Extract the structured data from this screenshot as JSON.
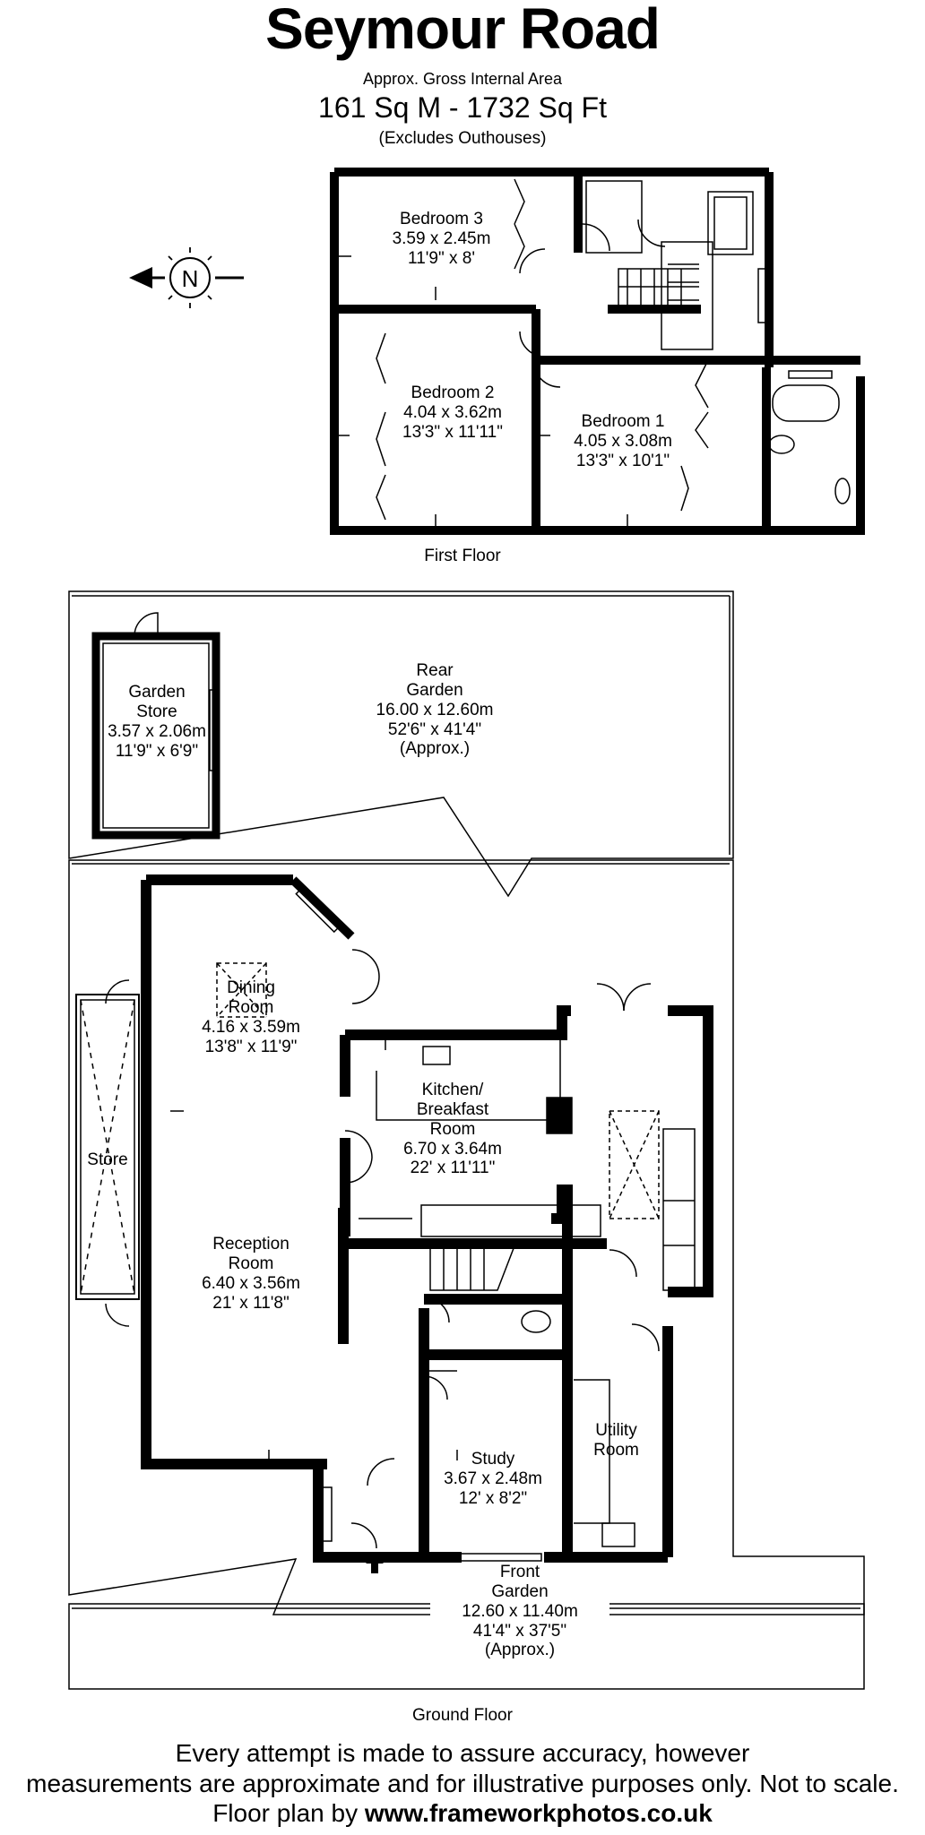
{
  "header": {
    "title": "Seymour Road",
    "area_label": "Approx. Gross Internal Area",
    "area_value": "161 Sq M - 1732 Sq Ft",
    "area_note": "(Excludes Outhouses)"
  },
  "compass": {
    "letter": "N",
    "icon": "compass-rose-icon"
  },
  "first_floor": {
    "caption": "First Floor",
    "rooms": [
      {
        "name": "Bedroom 3",
        "metric": "3.59 x 2.45m",
        "imperial": "11'9\" x 8'"
      },
      {
        "name": "Bedroom 2",
        "metric": "4.04 x 3.62m",
        "imperial": "13'3\" x 11'11\""
      },
      {
        "name": "Bedroom 1",
        "metric": "4.05 x 3.08m",
        "imperial": "13'3\" x 10'1\""
      }
    ]
  },
  "outside": {
    "garden_store": {
      "name1": "Garden",
      "name2": "Store",
      "metric": "3.57 x 2.06m",
      "imperial": "11'9\" x 6'9\""
    },
    "rear_garden": {
      "name1": "Rear",
      "name2": "Garden",
      "metric": "16.00 x 12.60m",
      "imperial": "52'6\" x 41'4\"",
      "note": "(Approx.)"
    },
    "front_garden": {
      "name1": "Front",
      "name2": "Garden",
      "metric": "12.60 x 11.40m",
      "imperial": "41'4\" x 37'5\"",
      "note": "(Approx.)"
    }
  },
  "ground_floor": {
    "caption": "Ground Floor",
    "dining": {
      "name1": "Dining",
      "name2": "Room",
      "metric": "4.16 x 3.59m",
      "imperial": "13'8\" x 11'9\""
    },
    "kitchen": {
      "name1": "Kitchen/",
      "name2": "Breakfast",
      "name3": "Room",
      "metric": "6.70 x 3.64m",
      "imperial": "22' x 11'11\""
    },
    "store": {
      "name": "Store"
    },
    "reception": {
      "name1": "Reception",
      "name2": "Room",
      "metric": "6.40 x 3.56m",
      "imperial": "21' x 11'8\""
    },
    "utility": {
      "name1": "Utility",
      "name2": "Room"
    },
    "study": {
      "name": "Study",
      "metric": "3.67 x 2.48m",
      "imperial": "12' x 8'2\""
    }
  },
  "footer": {
    "line1": "Every attempt is made to assure accuracy, however",
    "line2": "measurements are approximate and for illustrative purposes only. Not to scale.",
    "line3_prefix": "Floor plan by",
    "website": "www.frameworkphotos.co.uk"
  },
  "colors": {
    "wall": "#000000",
    "background": "#ffffff",
    "lines": "#000000"
  }
}
